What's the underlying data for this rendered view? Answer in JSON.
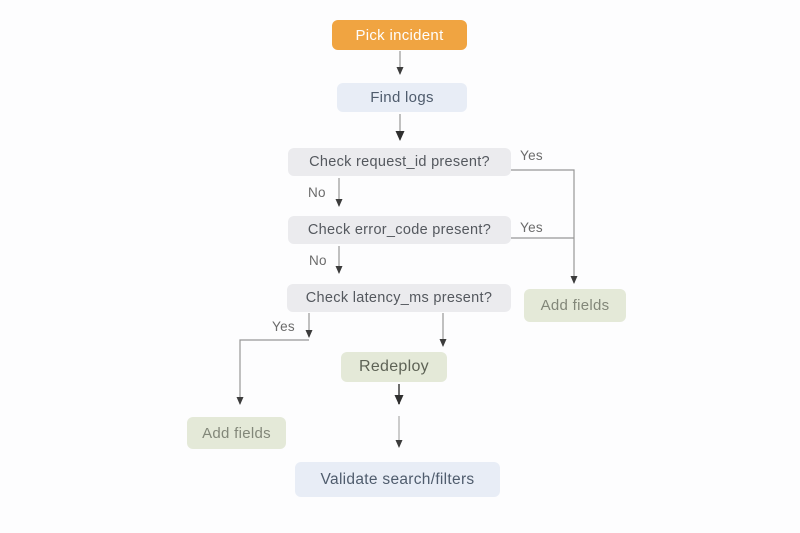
{
  "diagram": {
    "type": "flowchart",
    "nodes": {
      "pick_incident": {
        "label": "Pick incident",
        "kind": "start"
      },
      "find_logs": {
        "label": "Find logs",
        "kind": "io"
      },
      "check_request_id": {
        "label": "Check request_id present?",
        "kind": "decision"
      },
      "check_error_code": {
        "label": "Check error_code present?",
        "kind": "decision"
      },
      "check_latency_ms": {
        "label": "Check latency_ms present?",
        "kind": "decision"
      },
      "add_fields_right": {
        "label": "Add fields",
        "kind": "action"
      },
      "add_fields_left": {
        "label": "Add fields",
        "kind": "action"
      },
      "redeploy": {
        "label": "Redeploy",
        "kind": "action"
      },
      "validate_search_filters": {
        "label": "Validate search/filters",
        "kind": "io"
      }
    },
    "edges": [
      {
        "from": "pick_incident",
        "to": "find_logs",
        "label": ""
      },
      {
        "from": "find_logs",
        "to": "check_request_id",
        "label": ""
      },
      {
        "from": "check_request_id",
        "to": "add_fields_right",
        "label": "Yes"
      },
      {
        "from": "check_request_id",
        "to": "check_error_code",
        "label": "No"
      },
      {
        "from": "check_error_code",
        "to": "add_fields_right",
        "label": "Yes"
      },
      {
        "from": "check_error_code",
        "to": "check_latency_ms",
        "label": "No"
      },
      {
        "from": "check_latency_ms",
        "to": "add_fields_left",
        "label": "Yes"
      },
      {
        "from": "check_latency_ms",
        "to": "redeploy",
        "label": ""
      },
      {
        "from": "redeploy",
        "to": "validate_search_filters",
        "label": ""
      }
    ],
    "colors": {
      "background": "#fdfdfe",
      "start_node": "#f0a441",
      "start_text": "#fefefe",
      "io_node": "#e8edf6",
      "io_text": "#4f5c6d",
      "decision_node": "#ebebee",
      "decision_text": "#54585e",
      "action_node": "#e4e9d8",
      "action_text": "#5e6356",
      "action_text_muted": "#828779",
      "edge_line": "#979797",
      "edge_label_text": "#6b6b6b",
      "arrowhead": "#3c3c3c"
    }
  }
}
